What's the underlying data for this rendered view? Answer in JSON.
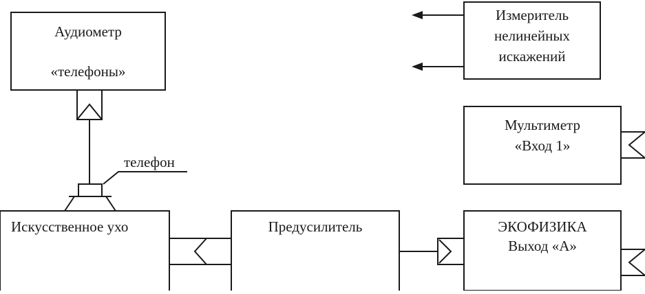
{
  "blocks": {
    "audiometer": {
      "title": "Аудиометр",
      "subtitle": "«телефоны»"
    },
    "distortion_meter": {
      "line1": "Измеритель",
      "line2": "нелинейных",
      "line3": "искажений"
    },
    "multimeter": {
      "line1": "Мультиметр",
      "line2": "«Вход 1»"
    },
    "artificial_ear": {
      "title": "Искусственное ухо"
    },
    "preamplifier": {
      "title": "Предусилитель"
    },
    "ecophysics": {
      "line1": "ЭКОФИЗИКА",
      "line2": "Выход «А»"
    }
  },
  "labels": {
    "telephone": "телефон"
  },
  "colors": {
    "line": "#1a1a1a",
    "background": "#ffffff"
  }
}
